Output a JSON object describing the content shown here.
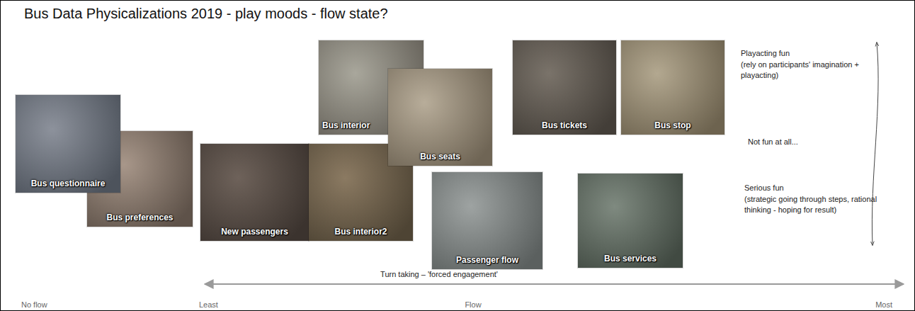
{
  "diagram": {
    "title": "Bus Data Physicalizations 2019 - play moods - flow state?",
    "nodes": [
      {
        "text": [
          "Bus questionnaire"
        ]
      },
      {
        "text": [
          "Bus preferences"
        ]
      },
      {
        "text": [
          "New passengers"
        ]
      },
      {
        "text": [
          "Bus interior"
        ]
      },
      {
        "text": [
          "Bus seats"
        ]
      },
      {
        "text": [
          "Bus interior2"
        ]
      },
      {
        "text": [
          "Bus tickets"
        ]
      },
      {
        "text": [
          "Bus stop"
        ]
      },
      {
        "text": [
          "Passenger flow"
        ]
      },
      {
        "text": [
          "Bus services"
        ]
      }
    ],
    "labels": [
      "Playacting fun",
      "(rely on participants' imagination + playacting)",
      "Not fun at all...",
      "Serious fun",
      "(strategic going through steps, rational thinking - hoping for result)",
      "Turn taking – 'forced engagement'",
      "No flow",
      "Least",
      "Flow",
      "Most"
    ]
  }
}
